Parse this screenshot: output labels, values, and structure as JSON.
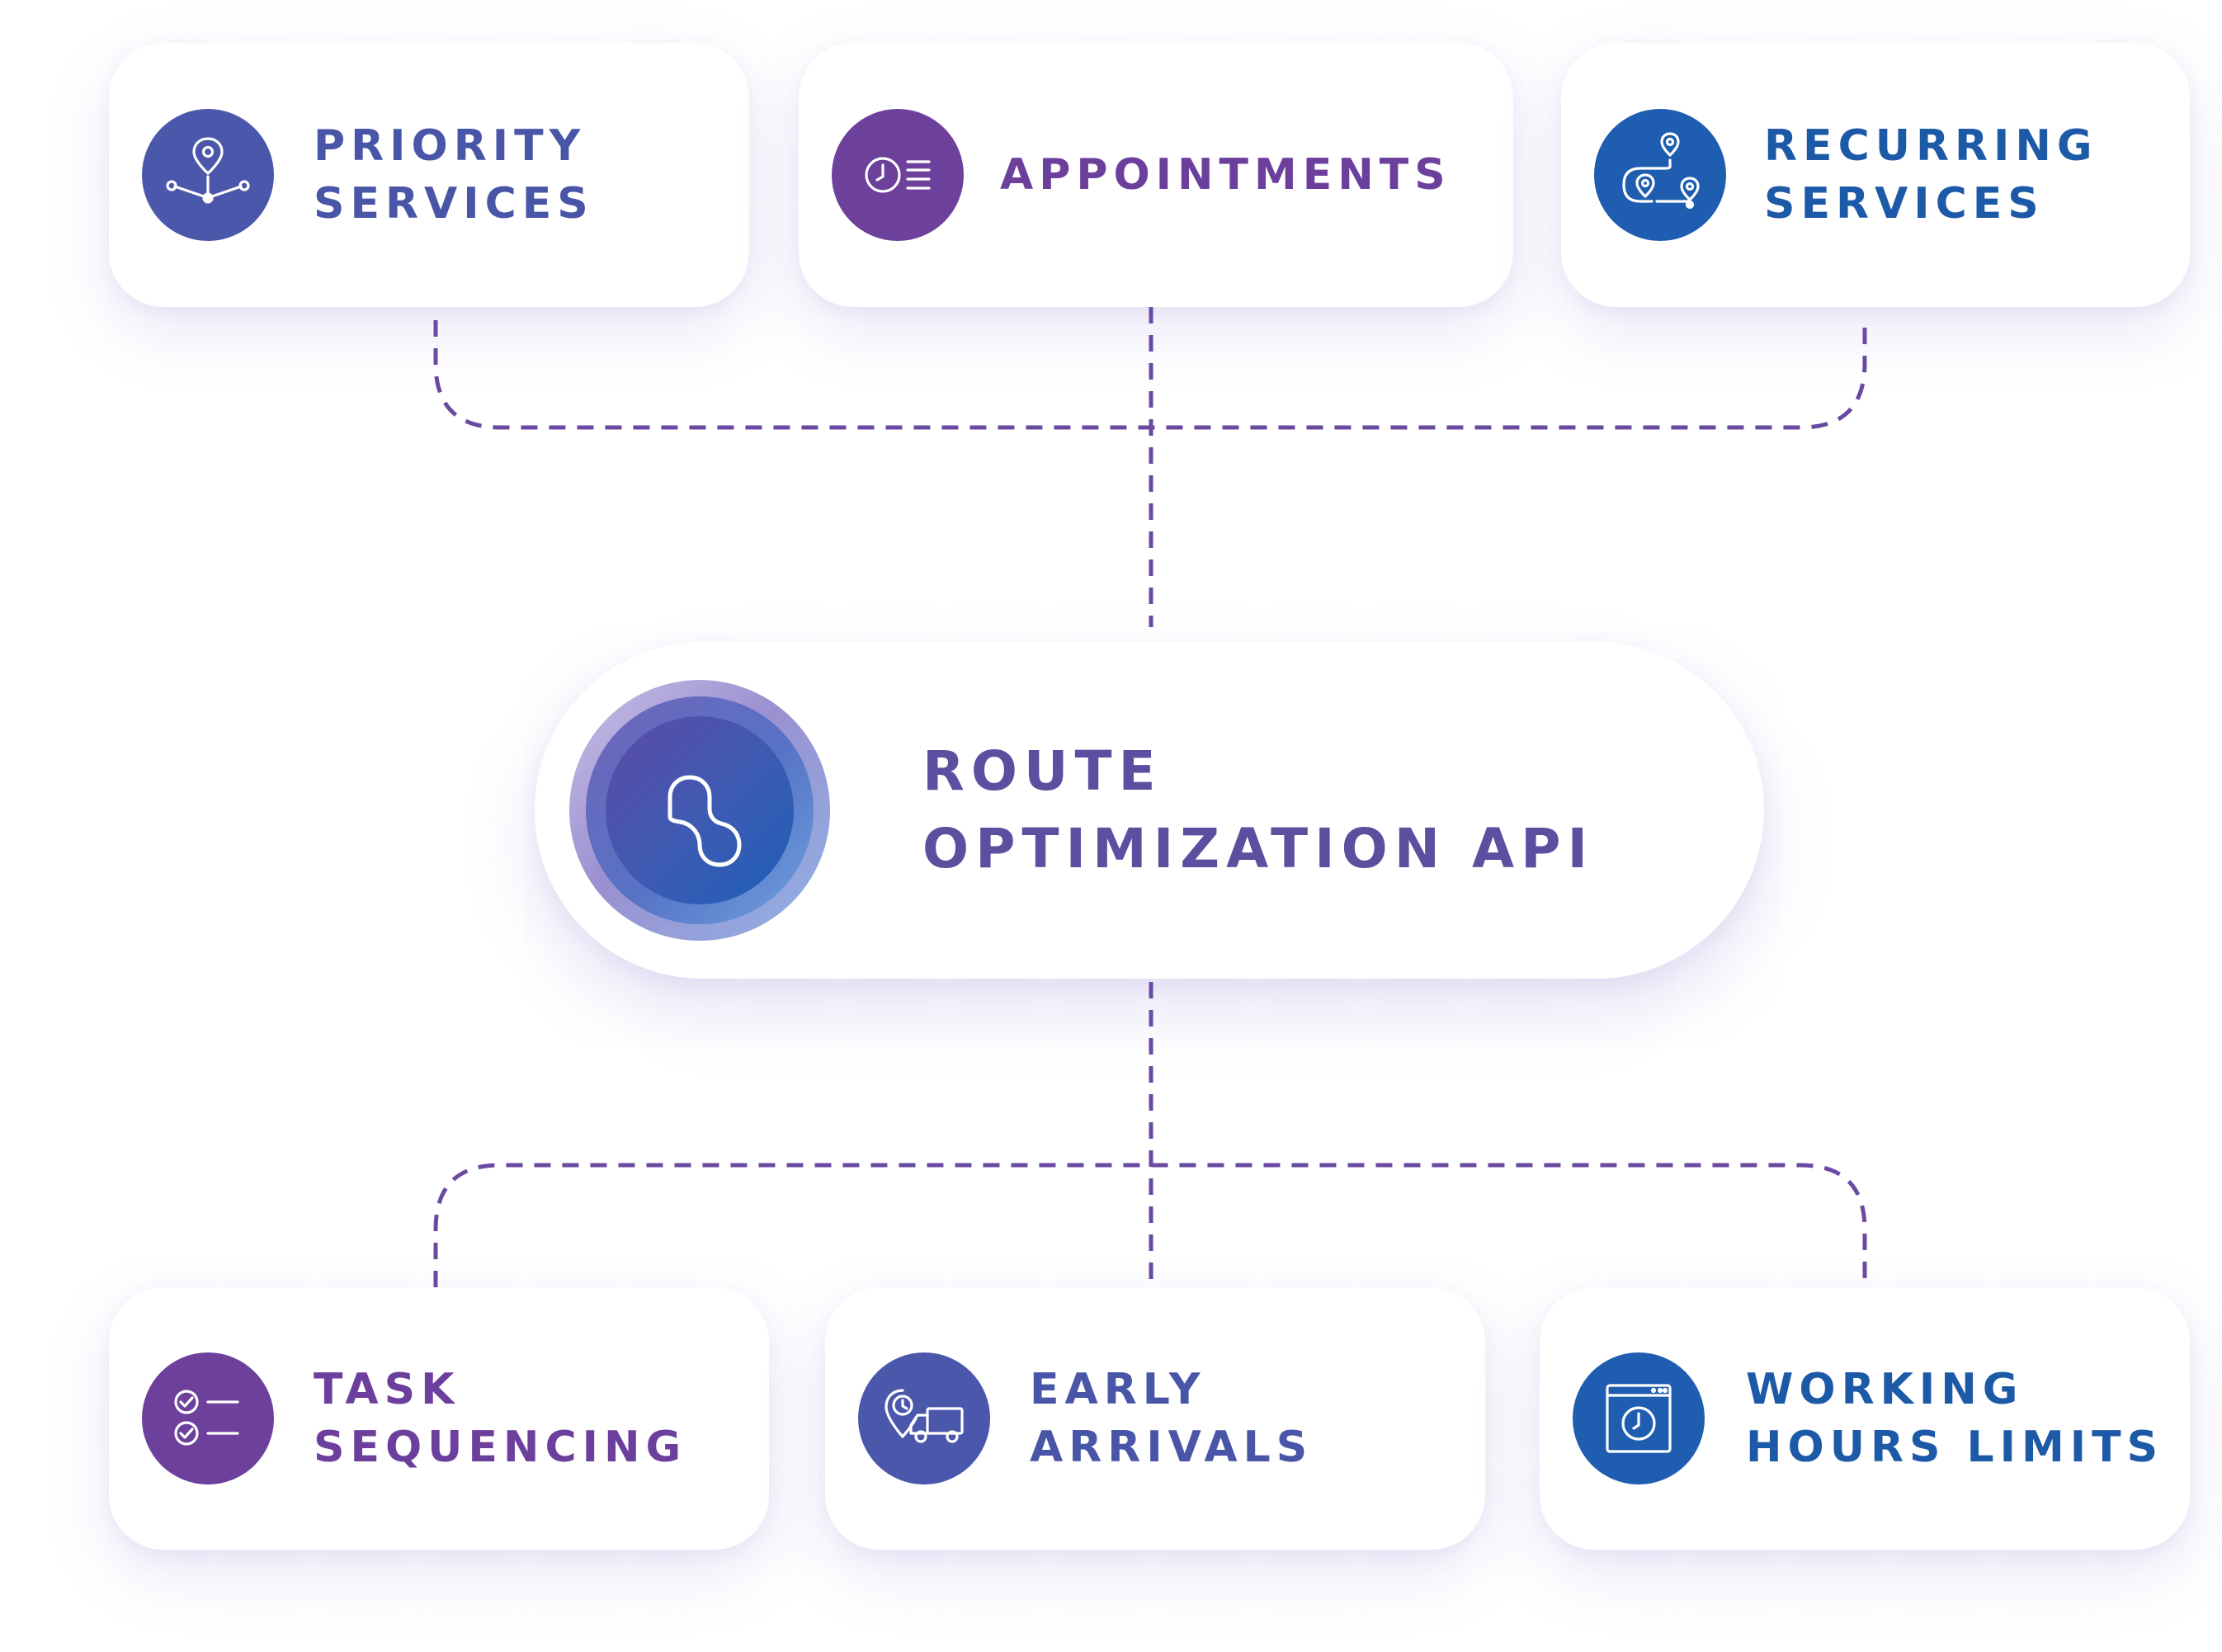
{
  "colors": {
    "indigo": "#4b57ab",
    "purple": "#6c409b",
    "blue": "#1e5db0",
    "connector": "#6a4aa0"
  },
  "top_cards": [
    {
      "icon": "map-pin-network-icon",
      "line1": "PRIORITY",
      "line2": "SERVICES"
    },
    {
      "icon": "clock-list-icon",
      "line1": "APPOINTMENTS",
      "line2": ""
    },
    {
      "icon": "route-pins-icon",
      "line1": "RECURRING",
      "line2": "SERVICES"
    }
  ],
  "center": {
    "icon": "route-logo-icon",
    "line1": "ROUTE",
    "line2": "OPTIMIZATION API"
  },
  "bottom_cards": [
    {
      "icon": "checklist-icon",
      "line1": "TASK",
      "line2": "SEQUENCING"
    },
    {
      "icon": "truck-clock-pin-icon",
      "line1": "EARLY",
      "line2": "ARRIVALS"
    },
    {
      "icon": "window-clock-icon",
      "line1": "WORKING",
      "line2": "HOURS LIMITS"
    }
  ]
}
